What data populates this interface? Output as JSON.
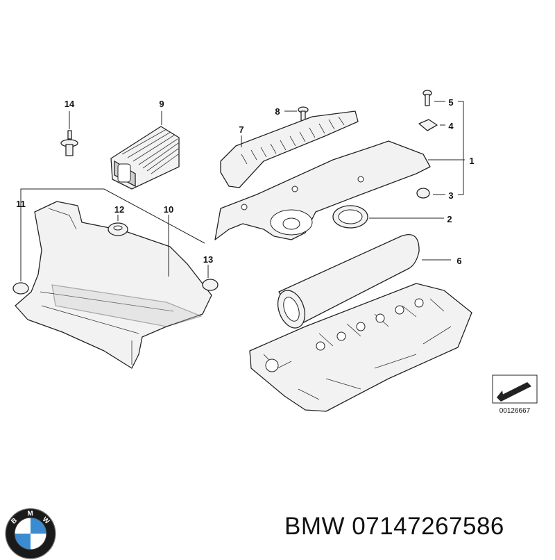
{
  "callouts": [
    "1",
    "2",
    "3",
    "4",
    "5",
    "6",
    "7",
    "8",
    "9",
    "10",
    "11",
    "12",
    "13",
    "14"
  ],
  "reference_code": "00126667",
  "footer": {
    "brand": "BMW",
    "part_number": "07147267586"
  },
  "logo": {
    "text": "BMW",
    "colors": {
      "blue": "#3a8bd0",
      "white": "#ffffff",
      "ring": "#1a1a1a"
    }
  }
}
